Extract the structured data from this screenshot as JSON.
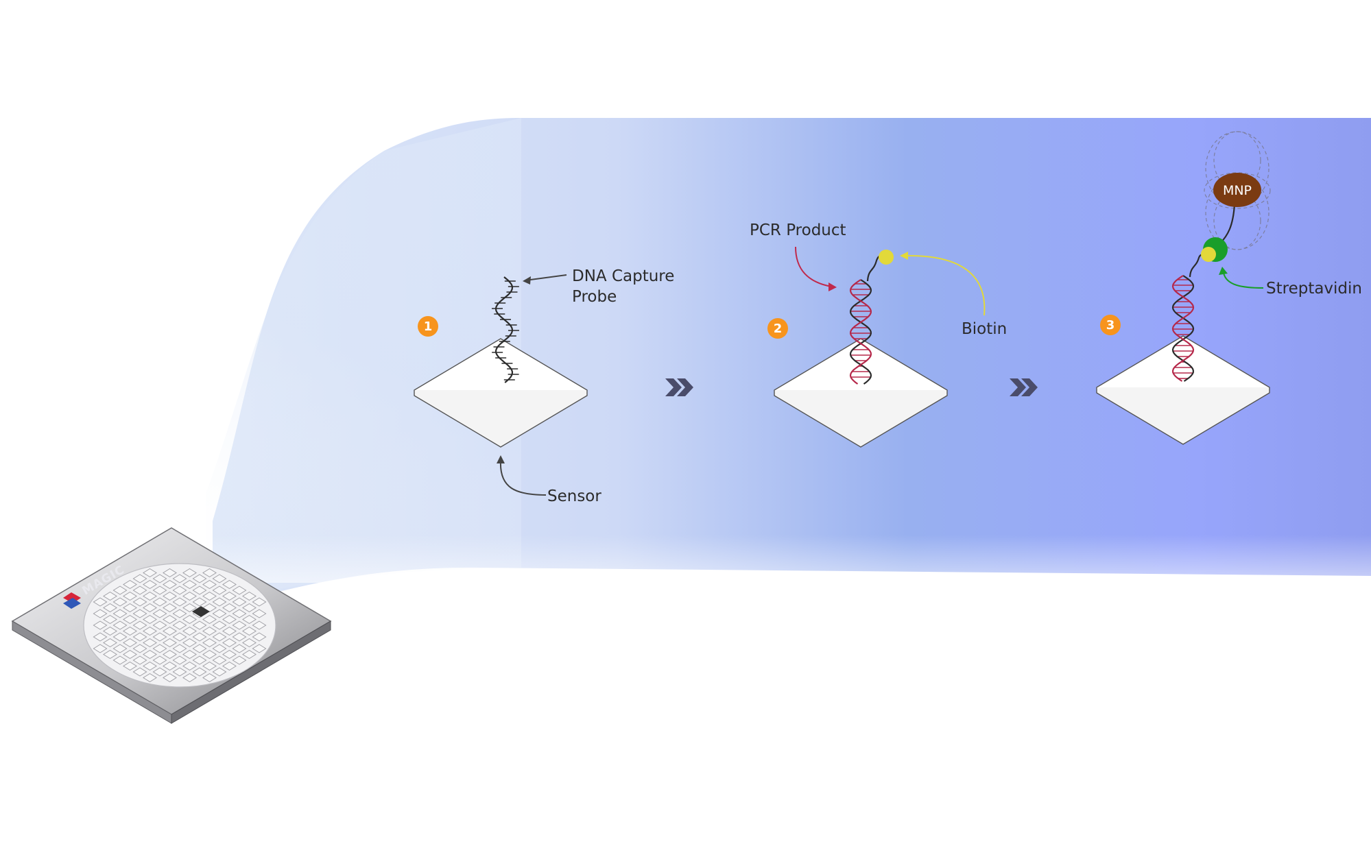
{
  "labels": {
    "dna_capture_probe_line1": "DNA Capture",
    "dna_capture_probe_line2": "Probe",
    "sensor": "Sensor",
    "pcr_product": "PCR Product",
    "biotin": "Biotin",
    "streptavidin": "Streptavidin",
    "mnp": "MNP",
    "logo": "MAGIC"
  },
  "steps": [
    {
      "number": "1"
    },
    {
      "number": "2"
    },
    {
      "number": "3"
    }
  ],
  "icons": [
    "chip-icon",
    "magic-logo-icon",
    "double-chevron-right-icon",
    "sensor-pad-icon",
    "dna-helix-icon"
  ],
  "colors": {
    "band_start": "#dbe6f8",
    "band_end": "#93a0f8",
    "step_badge": "#f7941d",
    "pcr_arrow": "#c0294b",
    "biotin": "#e2d93a",
    "streptavidin": "#1a9e2a",
    "mnp": "#7b3b12",
    "dna_dark": "#2b2b2b",
    "dna_red": "#b5284a"
  }
}
